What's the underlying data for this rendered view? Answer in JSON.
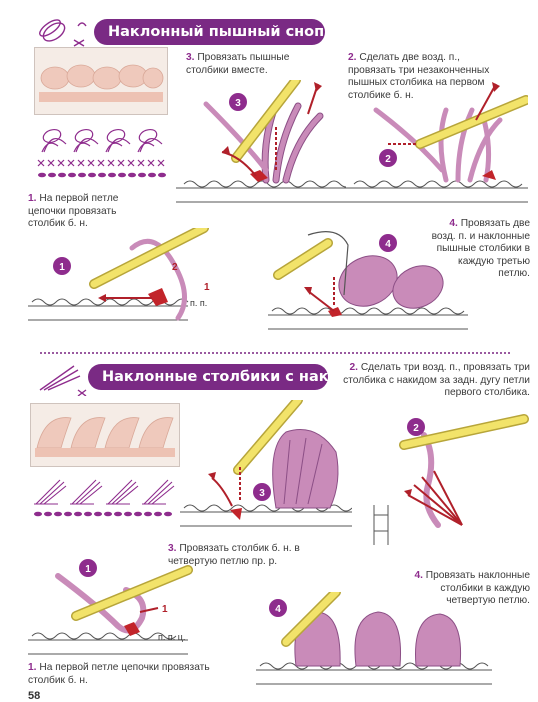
{
  "section1": {
    "title": "Наклонный пышный снопик",
    "step1": {
      "num": "1.",
      "text": "На первой петле цепочки провязать столбик б. н."
    },
    "step2": {
      "num": "2.",
      "text": "Сделать две возд. п., провязать три незаконченных пышных столбика на первом столбике б. н."
    },
    "step3": {
      "num": "3.",
      "text": "Провязать пышные столбики вместе."
    },
    "step4": {
      "num": "4.",
      "text": "Провязать две возд. п. и наклонные пышные столбики в каждую третью петлю."
    },
    "labels": {
      "pp": "п. п.",
      "one": "1",
      "two": "2"
    },
    "markers": [
      "1",
      "2",
      "3",
      "4"
    ]
  },
  "section2": {
    "title": "Наклонные столбики с накидом",
    "step1": {
      "num": "1.",
      "text": "На первой петле цепочки провязать столбик б. н."
    },
    "step2": {
      "num": "2.",
      "text": "Сделать три возд. п., провязать три столбика с накидом за задн. дугу петли первого столбика."
    },
    "step3": {
      "num": "3.",
      "text": "Провязать столбик б. н. в четвертую петлю пр. р."
    },
    "step4": {
      "num": "4.",
      "text": "Провязать наклонные столбики в каждую четвертую петлю."
    },
    "labels": {
      "ppc": "п. п. ц.",
      "one": "1"
    },
    "markers": [
      "1",
      "2",
      "3",
      "4"
    ]
  },
  "page_number": "58",
  "colors": {
    "accent": "#7a2a84",
    "yarn": "#c98bb9",
    "hook": "#f2e36a",
    "arrow": "#b0202a",
    "marker": "#8e2c8d"
  }
}
